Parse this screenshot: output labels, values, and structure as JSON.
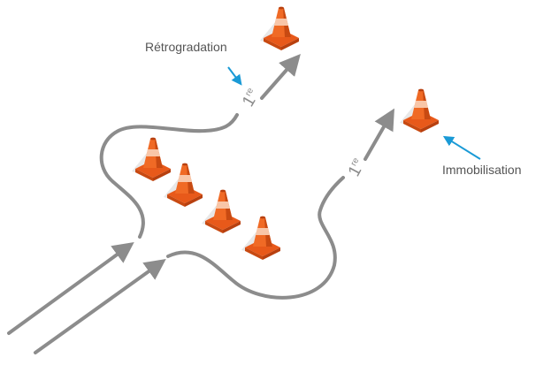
{
  "labels": {
    "downshift": "Rétrogradation",
    "stop": "Immobilisation"
  },
  "gear_marks": [
    {
      "digit": "1",
      "suffix": "re"
    },
    {
      "digit": "1",
      "suffix": "re"
    }
  ],
  "cones": [
    {
      "name": "cone-top"
    },
    {
      "name": "cone-right"
    },
    {
      "name": "cone-row-1"
    },
    {
      "name": "cone-row-2"
    },
    {
      "name": "cone-row-3"
    },
    {
      "name": "cone-row-4"
    }
  ],
  "colors": {
    "path": "#8c8c8c",
    "callout_arrow": "#1a9ad6",
    "cone_orange": "#f06a25",
    "cone_dark": "#c84a12",
    "cone_light": "#f8c6a8",
    "cone_base": "#e8591a",
    "shadow": "#e8e8e8"
  }
}
